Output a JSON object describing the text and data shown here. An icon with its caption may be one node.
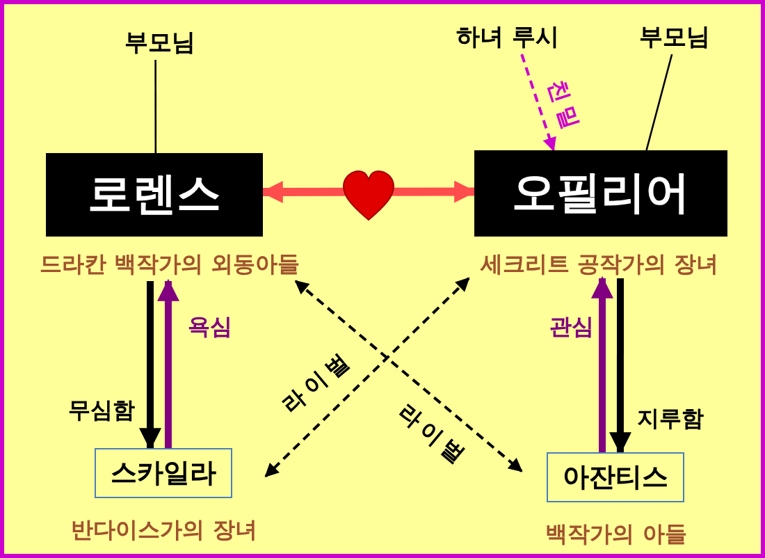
{
  "diagram": {
    "nodes": [
      {
        "text": [
          "부모님"
        ]
      },
      {
        "text": [
          "로렌스"
        ],
        "beside": [
          "드라칸 백작가의 외동아들"
        ]
      },
      {
        "text": [
          "하녀 루시"
        ]
      },
      {
        "text": [
          "부모님"
        ]
      },
      {
        "text": [
          "오필리어"
        ],
        "beside": [
          "세크리트 공작가의 장녀"
        ]
      },
      {
        "text": [
          "스카일라"
        ],
        "beside": [
          "반다이스가의 장녀"
        ]
      },
      {
        "text": [
          "아잔티스"
        ],
        "beside": [
          "백작가의 아들"
        ]
      }
    ],
    "edges": [
      {
        "from": 0,
        "to": 1,
        "arrow": "none"
      },
      {
        "from": 1,
        "to": 4,
        "arrow": "both",
        "style": "thick",
        "color": "#ff4d4d"
      },
      {
        "from": 2,
        "to": 4,
        "arrow": "to",
        "label": "친밀",
        "style": "dashed",
        "color": "#cc00cc"
      },
      {
        "from": 3,
        "to": 4,
        "arrow": "none"
      },
      {
        "from": 1,
        "to": 5,
        "arrow": "to",
        "label": "무심함",
        "style": "thick"
      },
      {
        "from": 5,
        "to": 1,
        "arrow": "to",
        "label": "욕심",
        "style": "thick",
        "color": "#800080"
      },
      {
        "from": 4,
        "to": 6,
        "arrow": "to",
        "label": "지루함",
        "style": "thick"
      },
      {
        "from": 6,
        "to": 4,
        "arrow": "to",
        "label": "관심",
        "style": "thick",
        "color": "#800080"
      },
      {
        "from": 4,
        "to": 5,
        "arrow": "both",
        "label": "라이벌",
        "style": "dashed"
      },
      {
        "from": 1,
        "to": 6,
        "arrow": "both",
        "label": "라이벌",
        "style": "dashed"
      }
    ]
  }
}
